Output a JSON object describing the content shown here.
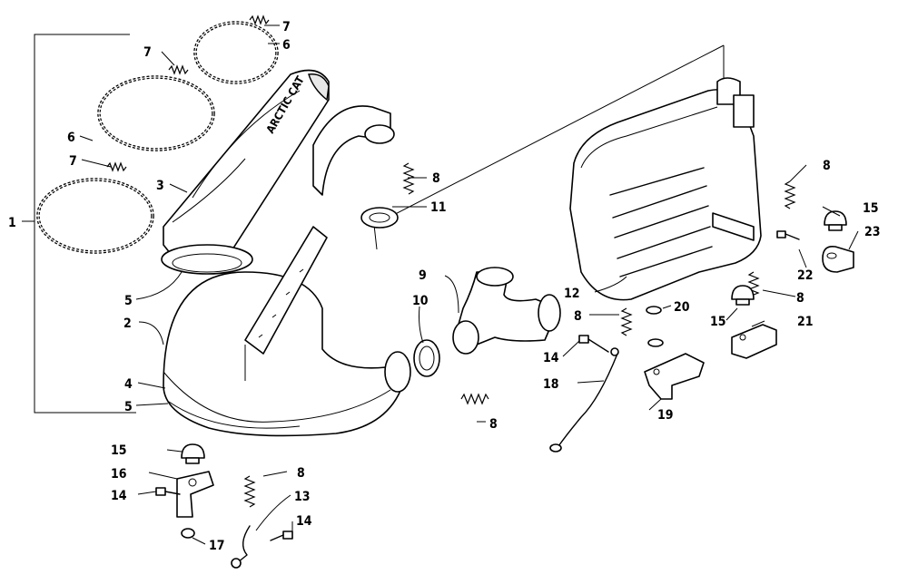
{
  "diagram": {
    "callouts": [
      {
        "id": "c1",
        "text": "1"
      },
      {
        "id": "c2",
        "text": "2"
      },
      {
        "id": "c3",
        "text": "3"
      },
      {
        "id": "c4",
        "text": "4"
      },
      {
        "id": "c5a",
        "text": "5"
      },
      {
        "id": "c5b",
        "text": "5"
      },
      {
        "id": "c6a",
        "text": "6"
      },
      {
        "id": "c6b",
        "text": "6"
      },
      {
        "id": "c7a",
        "text": "7"
      },
      {
        "id": "c7b",
        "text": "7"
      },
      {
        "id": "c7c",
        "text": "7"
      },
      {
        "id": "c8a",
        "text": "8"
      },
      {
        "id": "c8b",
        "text": "8"
      },
      {
        "id": "c8c",
        "text": "8"
      },
      {
        "id": "c8d",
        "text": "8"
      },
      {
        "id": "c8e",
        "text": "8"
      },
      {
        "id": "c8f",
        "text": "8"
      },
      {
        "id": "c9",
        "text": "9"
      },
      {
        "id": "c10",
        "text": "10"
      },
      {
        "id": "c11",
        "text": "11"
      },
      {
        "id": "c12",
        "text": "12"
      },
      {
        "id": "c13",
        "text": "13"
      },
      {
        "id": "c14a",
        "text": "14"
      },
      {
        "id": "c14b",
        "text": "14"
      },
      {
        "id": "c14c",
        "text": "14"
      },
      {
        "id": "c15a",
        "text": "15"
      },
      {
        "id": "c15b",
        "text": "15"
      },
      {
        "id": "c15c",
        "text": "15"
      },
      {
        "id": "c16",
        "text": "16"
      },
      {
        "id": "c17",
        "text": "17"
      },
      {
        "id": "c18",
        "text": "18"
      },
      {
        "id": "c19",
        "text": "19"
      },
      {
        "id": "c20",
        "text": "20"
      },
      {
        "id": "c21",
        "text": "21"
      },
      {
        "id": "c22",
        "text": "22"
      },
      {
        "id": "c23",
        "text": "23"
      }
    ],
    "muffler_brand_text": "ARCTIC CAT"
  }
}
